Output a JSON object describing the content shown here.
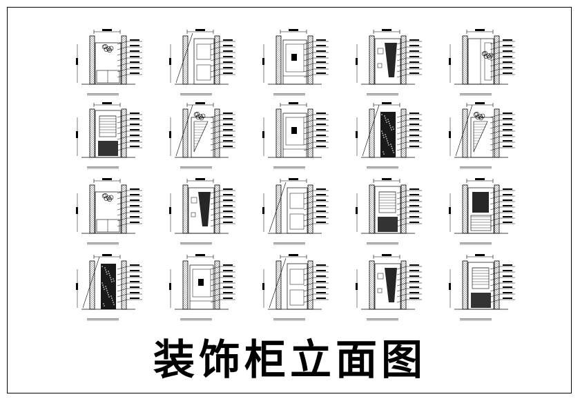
{
  "title": "装饰柜立面图",
  "drawings": [
    {
      "variant": 1
    },
    {
      "variant": 2
    },
    {
      "variant": 3
    },
    {
      "variant": 4
    },
    {
      "variant": 5
    },
    {
      "variant": 6
    },
    {
      "variant": 7
    },
    {
      "variant": 3
    },
    {
      "variant": 8
    },
    {
      "variant": 7
    },
    {
      "variant": 1
    },
    {
      "variant": 4
    },
    {
      "variant": 2
    },
    {
      "variant": 6
    },
    {
      "variant": 9
    },
    {
      "variant": 8
    },
    {
      "variant": 3
    },
    {
      "variant": 2
    },
    {
      "variant": 4
    },
    {
      "variant": 6
    }
  ],
  "colors": {
    "ink": "#000000",
    "paper": "#ffffff"
  }
}
